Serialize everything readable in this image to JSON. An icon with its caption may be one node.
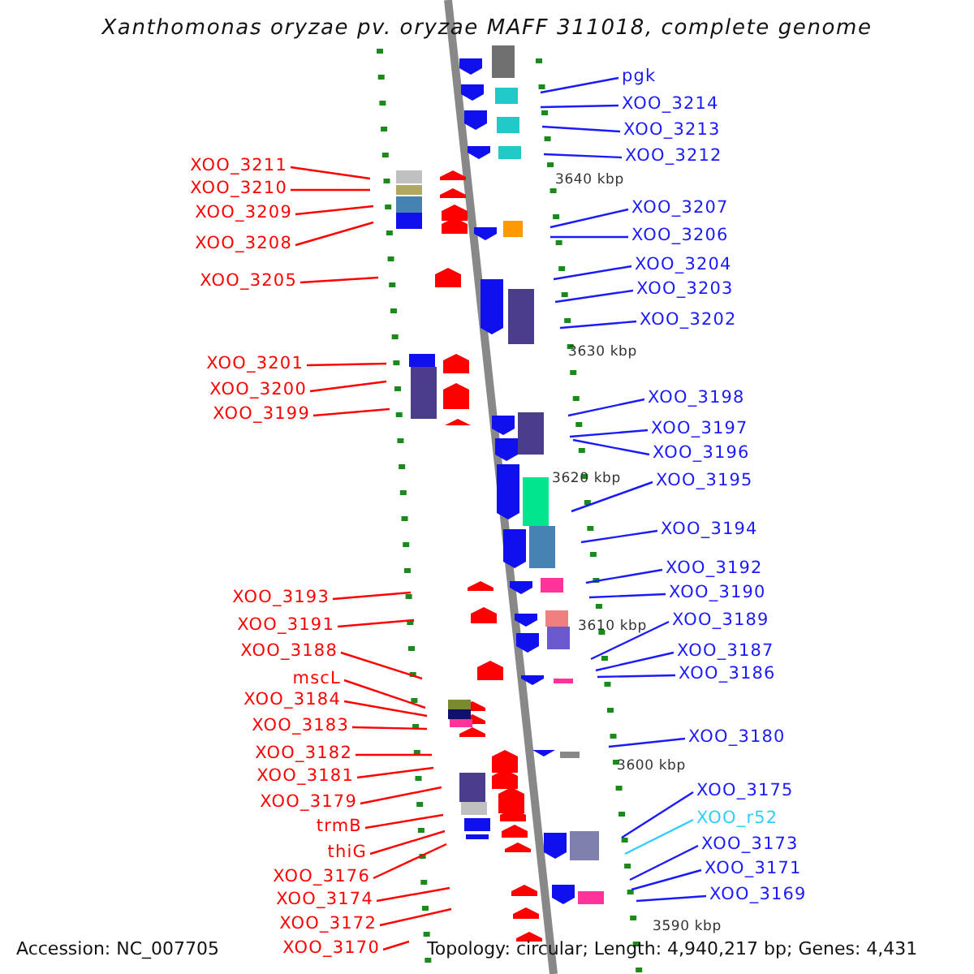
{
  "diagram": {
    "title": "Xanthomonas oryzae pv. oryzae MAFF 311018, complete genome",
    "nodes": [
      {
        "text": [
          "XOO_3211"
        ]
      },
      {
        "text": [
          "XOO_3210"
        ]
      },
      {
        "text": [
          "XOO_3209"
        ]
      },
      {
        "text": [
          "XOO_3208"
        ]
      },
      {
        "text": [
          "XOO_3205"
        ]
      },
      {
        "text": [
          "XOO_3201"
        ]
      },
      {
        "text": [
          "XOO_3200"
        ]
      },
      {
        "text": [
          "XOO_3199"
        ]
      },
      {
        "text": [
          "XOO_3193"
        ]
      },
      {
        "text": [
          "XOO_3191"
        ]
      },
      {
        "text": [
          "XOO_3188"
        ]
      },
      {
        "text": [
          "mscL"
        ]
      },
      {
        "text": [
          "XOO_3184"
        ]
      },
      {
        "text": [
          "XOO_3183"
        ]
      },
      {
        "text": [
          "XOO_3182"
        ]
      },
      {
        "text": [
          "XOO_3181"
        ]
      },
      {
        "text": [
          "XOO_3179"
        ]
      },
      {
        "text": [
          "trmB"
        ]
      },
      {
        "text": [
          "thiG"
        ]
      },
      {
        "text": [
          "XOO_3176"
        ]
      },
      {
        "text": [
          "XOO_3174"
        ]
      },
      {
        "text": [
          "XOO_3172"
        ]
      },
      {
        "text": [
          "XOO_3170"
        ]
      },
      {
        "text": [
          "pgk"
        ]
      },
      {
        "text": [
          "XOO_3214"
        ]
      },
      {
        "text": [
          "XOO_3213"
        ]
      },
      {
        "text": [
          "XOO_3212"
        ]
      },
      {
        "text": [
          "XOO_3207"
        ]
      },
      {
        "text": [
          "XOO_3206"
        ]
      },
      {
        "text": [
          "XOO_3204"
        ]
      },
      {
        "text": [
          "XOO_3203"
        ]
      },
      {
        "text": [
          "XOO_3202"
        ]
      },
      {
        "text": [
          "XOO_3198"
        ]
      },
      {
        "text": [
          "XOO_3197"
        ]
      },
      {
        "text": [
          "XOO_3196"
        ]
      },
      {
        "text": [
          "XOO_3195"
        ]
      },
      {
        "text": [
          "XOO_3194"
        ]
      },
      {
        "text": [
          "XOO_3192"
        ]
      },
      {
        "text": [
          "XOO_3190"
        ]
      },
      {
        "text": [
          "XOO_3189"
        ]
      },
      {
        "text": [
          "XOO_3187"
        ]
      },
      {
        "text": [
          "XOO_3186"
        ]
      },
      {
        "text": [
          "XOO_3180"
        ]
      },
      {
        "text": [
          "XOO_3175"
        ]
      },
      {
        "text": [
          "XOO_r52"
        ]
      },
      {
        "text": [
          "XOO_3173"
        ]
      },
      {
        "text": [
          "XOO_3171"
        ]
      },
      {
        "text": [
          "XOO_3169"
        ]
      }
    ],
    "edges": [
      {
        "from": 0,
        "to": null,
        "arrow": "none",
        "color": "#ff0000"
      },
      {
        "from": 1,
        "to": null,
        "arrow": "none",
        "color": "#ff0000"
      },
      {
        "from": 2,
        "to": null,
        "arrow": "none",
        "color": "#ff0000"
      },
      {
        "from": 3,
        "to": null,
        "arrow": "none",
        "color": "#ff0000"
      },
      {
        "from": 4,
        "to": null,
        "arrow": "none",
        "color": "#ff0000"
      },
      {
        "from": 5,
        "to": null,
        "arrow": "none",
        "color": "#ff0000"
      },
      {
        "from": 6,
        "to": null,
        "arrow": "none",
        "color": "#ff0000"
      },
      {
        "from": 7,
        "to": null,
        "arrow": "none",
        "color": "#ff0000"
      },
      {
        "from": 8,
        "to": null,
        "arrow": "none",
        "color": "#ff0000"
      },
      {
        "from": 9,
        "to": null,
        "arrow": "none",
        "color": "#ff0000"
      },
      {
        "from": 10,
        "to": null,
        "arrow": "none",
        "color": "#ff0000"
      },
      {
        "from": 11,
        "to": null,
        "arrow": "none",
        "color": "#ff0000"
      },
      {
        "from": 12,
        "to": null,
        "arrow": "none",
        "color": "#ff0000"
      },
      {
        "from": 13,
        "to": null,
        "arrow": "none",
        "color": "#ff0000"
      },
      {
        "from": 14,
        "to": null,
        "arrow": "none",
        "color": "#ff0000"
      },
      {
        "from": 15,
        "to": null,
        "arrow": "none",
        "color": "#ff0000"
      },
      {
        "from": 16,
        "to": null,
        "arrow": "none",
        "color": "#ff0000"
      },
      {
        "from": 17,
        "to": null,
        "arrow": "none",
        "color": "#ff0000"
      },
      {
        "from": 18,
        "to": null,
        "arrow": "none",
        "color": "#ff0000"
      },
      {
        "from": 19,
        "to": null,
        "arrow": "none",
        "color": "#ff0000"
      },
      {
        "from": 20,
        "to": null,
        "arrow": "none",
        "color": "#ff0000"
      },
      {
        "from": 21,
        "to": null,
        "arrow": "none",
        "color": "#ff0000"
      },
      {
        "from": 22,
        "to": null,
        "arrow": "none",
        "color": "#ff0000"
      },
      {
        "from": 23,
        "to": null,
        "arrow": "none"
      },
      {
        "from": 24,
        "to": null,
        "arrow": "none"
      },
      {
        "from": 25,
        "to": null,
        "arrow": "none"
      },
      {
        "from": 26,
        "to": null,
        "arrow": "none"
      },
      {
        "from": 27,
        "to": null,
        "arrow": "none"
      },
      {
        "from": 28,
        "to": null,
        "arrow": "none"
      },
      {
        "from": 29,
        "to": null,
        "arrow": "none"
      },
      {
        "from": 30,
        "to": null,
        "arrow": "none"
      },
      {
        "from": 31,
        "to": null,
        "arrow": "none"
      },
      {
        "from": 32,
        "to": null,
        "arrow": "none"
      },
      {
        "from": 33,
        "to": null,
        "arrow": "none"
      },
      {
        "from": 34,
        "to": null,
        "arrow": "none"
      },
      {
        "from": 35,
        "to": null,
        "arrow": "none"
      },
      {
        "from": 36,
        "to": null,
        "arrow": "none"
      },
      {
        "from": 37,
        "to": null,
        "arrow": "none"
      },
      {
        "from": 38,
        "to": null,
        "arrow": "none"
      },
      {
        "from": 39,
        "to": null,
        "arrow": "none"
      },
      {
        "from": 40,
        "to": null,
        "arrow": "none"
      },
      {
        "from": 41,
        "to": null,
        "arrow": "none"
      },
      {
        "from": 42,
        "to": null,
        "arrow": "none"
      },
      {
        "from": 43,
        "to": null,
        "arrow": "none"
      },
      {
        "from": 44,
        "to": null,
        "arrow": "none",
        "color": "#33ccff"
      },
      {
        "from": 45,
        "to": null,
        "arrow": "none"
      },
      {
        "from": 46,
        "to": null,
        "arrow": "none"
      },
      {
        "from": 47,
        "to": null,
        "arrow": "none"
      }
    ],
    "labels": [
      "3640 kbp",
      "3630 kbp",
      "3620 kbp",
      "3610 kbp",
      "3600 kbp",
      "3590 kbp",
      "Accession: NC_007705",
      "Topology: circular; Length: 4,940,217 bp; Genes: 4,431"
    ]
  }
}
